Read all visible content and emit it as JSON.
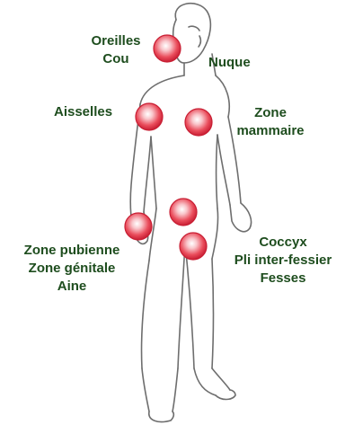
{
  "labels": {
    "oreilles": "Oreilles",
    "cou": "Cou",
    "nuque": "Nuque",
    "aisselles": "Aisselles",
    "zone": "Zone",
    "mammaire": "mammaire",
    "zone_pubienne": "Zone pubienne",
    "zone_genitale": "Zone génitale",
    "aine": "Aine",
    "coccyx": "Coccyx",
    "pli": "Pli inter-fessier",
    "fesses": "Fesses"
  },
  "colors": {
    "text": "#1e4d1e",
    "outline": "#6e6e6e",
    "marker_core": "#e8414f",
    "marker_edge": "#c81e33"
  }
}
